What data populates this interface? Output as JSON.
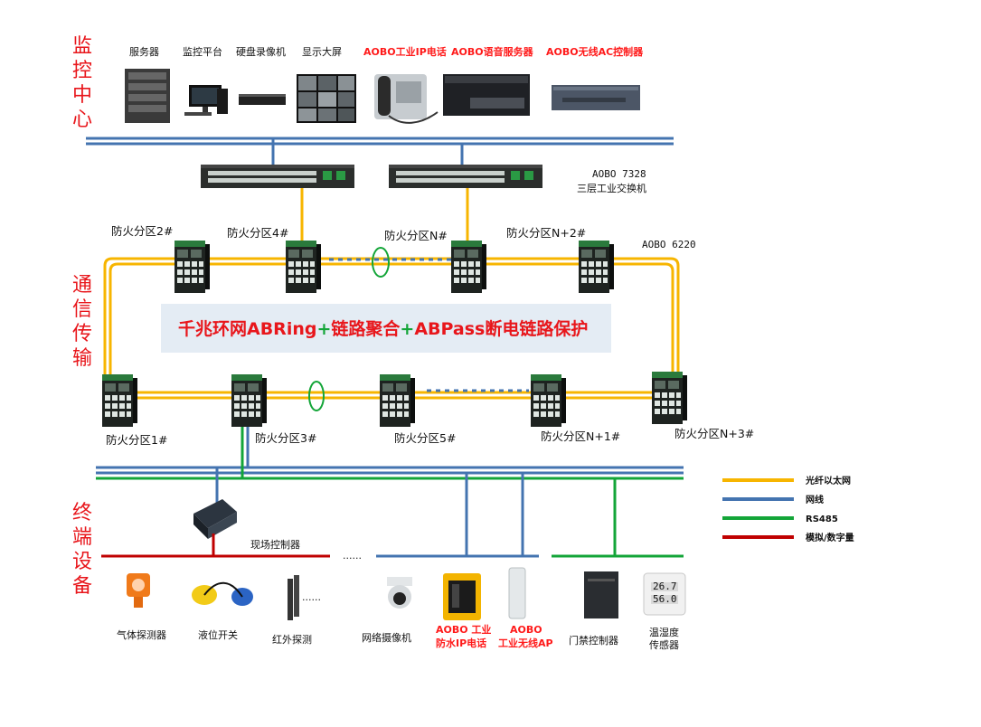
{
  "sections": {
    "monitor": "监控中心",
    "comm": "通信传输",
    "terminal": "终端设备"
  },
  "monitor_devices": {
    "server": "服务器",
    "platform": "监控平台",
    "nvr": "硬盘录像机",
    "screen": "显示大屏",
    "ip_phone": "AOBO工业IP电话",
    "voice_server": "AOBO语音服务器",
    "ac_controller": "AOBO无线AC控制器"
  },
  "core_switch": {
    "model": "AOBO 7328",
    "desc": "三层工业交换机"
  },
  "ring_switch_model": "AOBO 6220",
  "zones": {
    "z2": "防火分区2#",
    "z4": "防火分区4#",
    "zN": "防火分区N#",
    "zN2": "防火分区N+2#",
    "z1": "防火分区1#",
    "z3": "防火分区3#",
    "z5": "防火分区5#",
    "zN1": "防火分区N+1#",
    "zN3": "防火分区N+3#"
  },
  "banner": {
    "part1": "千兆环网ABRing",
    "plus1": "+",
    "part2": "链路聚合",
    "plus2": "+",
    "part3": "ABPass断电链路保护"
  },
  "field_controller": "现场控制器",
  "dots": "......",
  "terminal_devices": {
    "gas": "气体探测器",
    "level": "液位开关",
    "infrared": "红外探测",
    "camera": "网络摄像机",
    "phone_l1": "AOBO 工业",
    "phone_l2": "防水IP电话",
    "ap_l1": "AOBO",
    "ap_l2": "工业无线AP",
    "access": "门禁控制器",
    "th_l1": "温湿度",
    "th_l2": "传感器"
  },
  "th_display": {
    "top": "26.7",
    "bottom": "56.0"
  },
  "legend": [
    {
      "label": "光纤以太网",
      "color": "#f7b500"
    },
    {
      "label": "网线",
      "color": "#4474b0"
    },
    {
      "label": "RS485",
      "color": "#13a538"
    },
    {
      "label": "模拟/数字量",
      "color": "#c00000"
    }
  ],
  "colors": {
    "fiber": "#f7b500",
    "ethernet": "#4474b0",
    "rs485": "#13a538",
    "analog": "#c00000",
    "section_text": "#e8161b",
    "banner_bg": "#e4ecf4"
  }
}
